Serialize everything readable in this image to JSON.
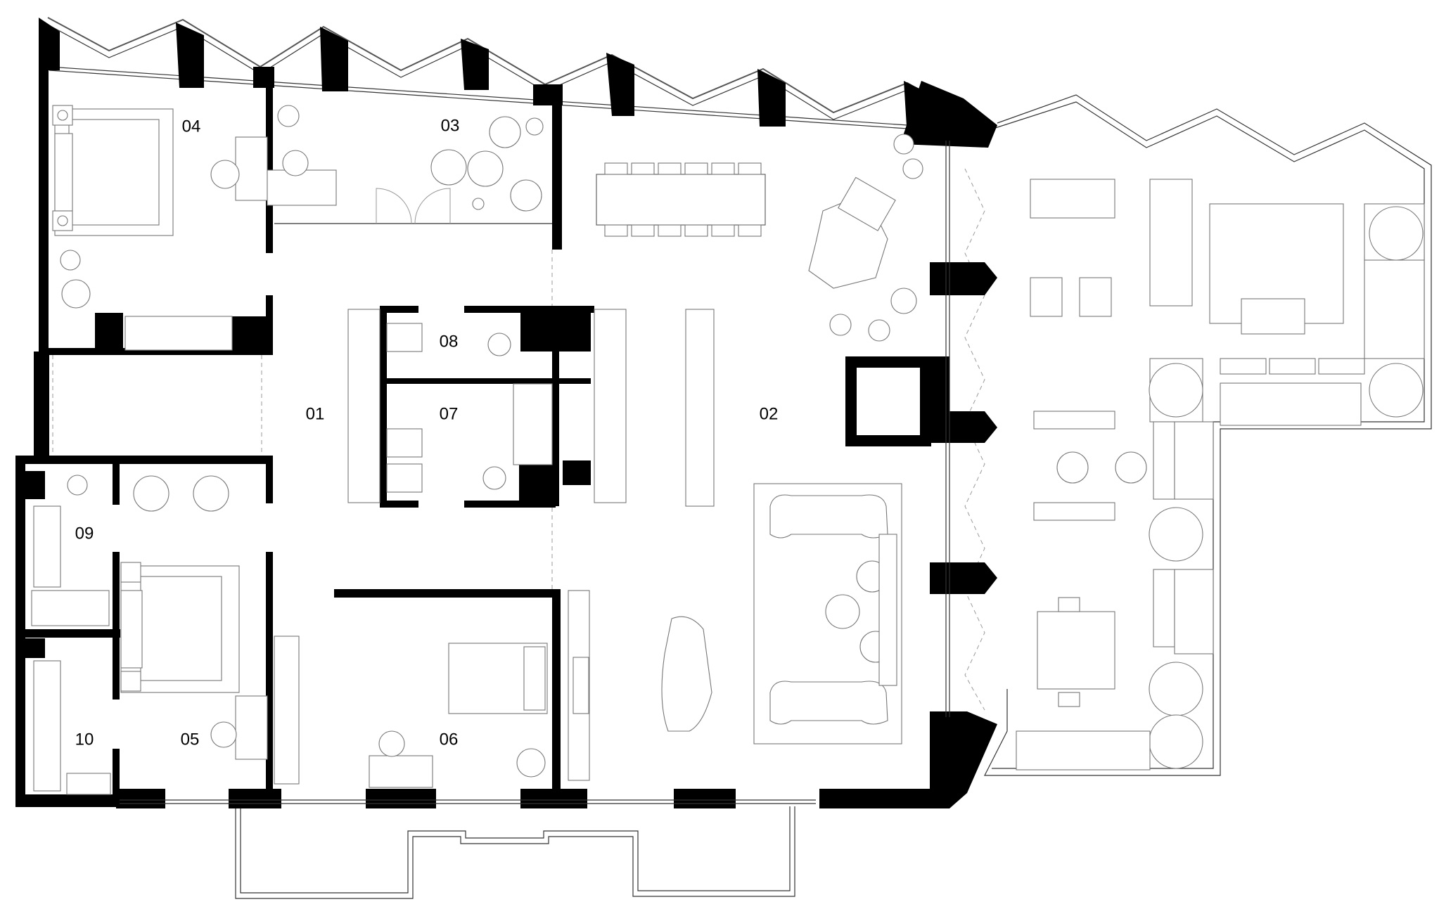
{
  "rooms": [
    {
      "id": "01",
      "label": "01"
    },
    {
      "id": "02",
      "label": "02"
    },
    {
      "id": "03",
      "label": "03"
    },
    {
      "id": "04",
      "label": "04"
    },
    {
      "id": "05",
      "label": "05"
    },
    {
      "id": "06",
      "label": "06"
    },
    {
      "id": "07",
      "label": "07"
    },
    {
      "id": "08",
      "label": "08"
    },
    {
      "id": "09",
      "label": "09"
    },
    {
      "id": "10",
      "label": "10"
    }
  ],
  "colors": {
    "wall": "#000000",
    "line": "#777777",
    "background": "#ffffff"
  }
}
